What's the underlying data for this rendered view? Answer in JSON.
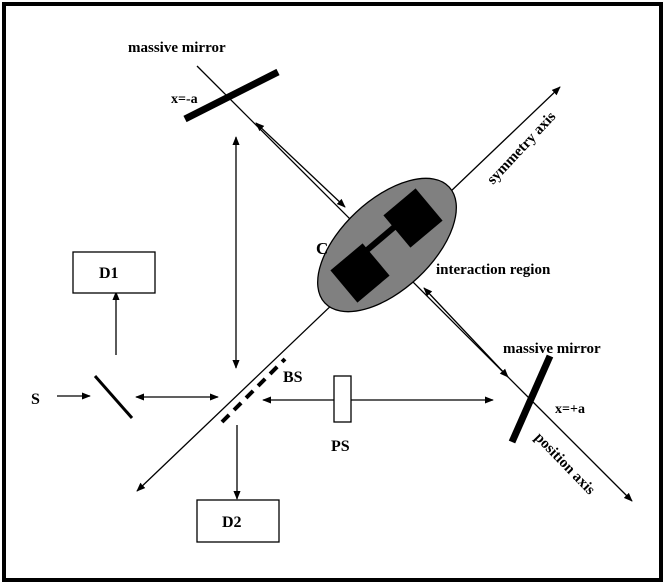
{
  "labels": {
    "massive_mirror_top": "massive mirror",
    "x_minus_a": "x=-a",
    "symmetry_axis": "symmetry axis",
    "C": "C",
    "interaction_region": "interaction region",
    "D1": "D1",
    "S": "S",
    "BS": "BS",
    "massive_mirror_right": "massive mirror",
    "x_plus_a": "x=+a",
    "PS": "PS",
    "position_axis": "position axis",
    "D2": "D2"
  },
  "colors": {
    "stroke": "#000000",
    "ellipse_fill": "#808080",
    "background": "#ffffff"
  }
}
